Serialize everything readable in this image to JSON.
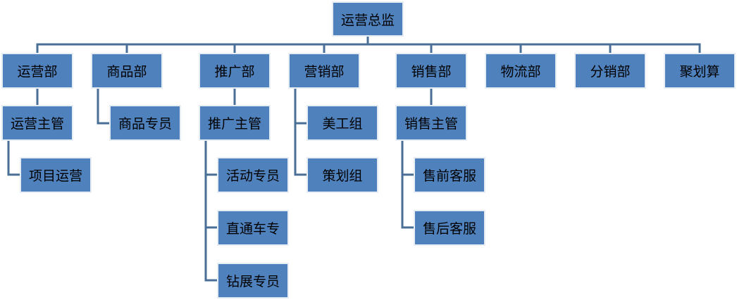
{
  "diagram": {
    "root": "运营总监",
    "departments": {
      "ops": "运营部",
      "product": "商品部",
      "promo": "推广部",
      "marketing": "营销部",
      "sales": "销售部",
      "logistics": "物流部",
      "distribution": "分销部",
      "juhuasuan": "聚划算"
    },
    "ops_children": {
      "manager": "运营主管",
      "project": "项目运营"
    },
    "product_children": {
      "specialist": "商品专员"
    },
    "promo_children": {
      "manager": "推广主管",
      "activity": "活动专员",
      "ztc": "直通车专",
      "zuanzhan": "钻展专员"
    },
    "marketing_children": {
      "design": "美工组",
      "planning": "策划组"
    },
    "sales_children": {
      "manager": "销售主管",
      "presale": "售前客服",
      "aftersale": "售后客服"
    }
  },
  "colors": {
    "node_fill": "#4f81bd",
    "node_border": "#e6edf5",
    "connector": "#4a6f96",
    "text": "#000000"
  }
}
